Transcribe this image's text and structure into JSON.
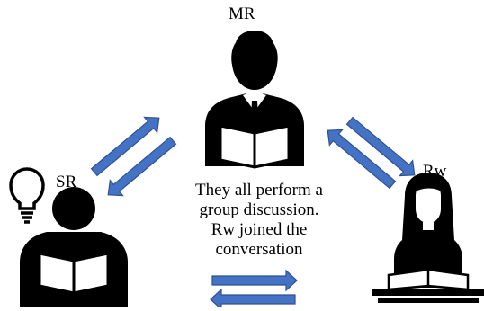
{
  "labels": {
    "mr": "MR",
    "sr": "SR",
    "rw": "Rw"
  },
  "caption": {
    "lines": [
      "They all perform a",
      "group discussion.",
      "Rw joined the",
      "conversation"
    ]
  },
  "icons": {
    "mr": "man-in-suit-reading-icon",
    "sr": "person-reading-book-icon",
    "rw": "woman-reading-book-icon",
    "idea": "lightbulb-icon",
    "arrows": "double-arrow-icon"
  },
  "colors": {
    "arrow_fill": "#4472C4",
    "arrow_stroke": "#2F528F",
    "figure": "#000000",
    "background": "#FFFFFF"
  }
}
